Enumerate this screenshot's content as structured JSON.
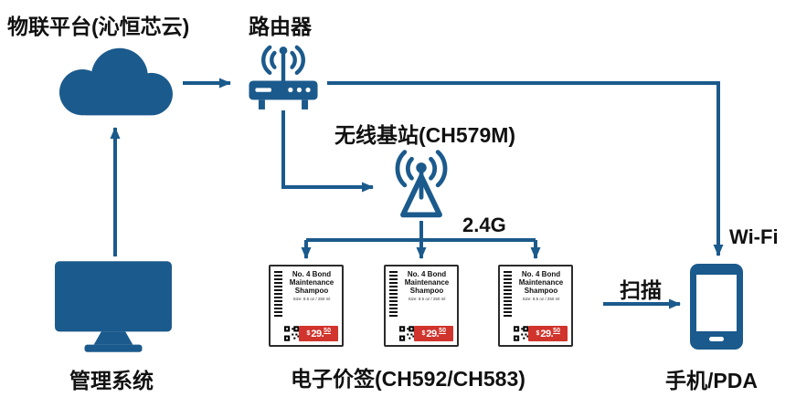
{
  "colors": {
    "primary": "#1b5a8c",
    "tag_red": "#d0342c",
    "text": "#111111"
  },
  "labels": {
    "platform": "物联平台(沁恒芯云)",
    "router": "路由器",
    "basestation": "无线基站(CH579M)",
    "rf": "2.4G",
    "wifi": "Wi-Fi",
    "scan": "扫描",
    "tags": "电子价签(CH592/CH583)",
    "phone": "手机/PDA",
    "monitor": "管理系统"
  },
  "price_tag": {
    "title_line1": "No. 4 Bond",
    "title_line2": "Maintenance",
    "title_line3": "Shampoo",
    "subtitle": "Size: 8.5 oz / 250 ml",
    "price_currency": "$",
    "price_whole": "29.",
    "price_frac": "50"
  }
}
